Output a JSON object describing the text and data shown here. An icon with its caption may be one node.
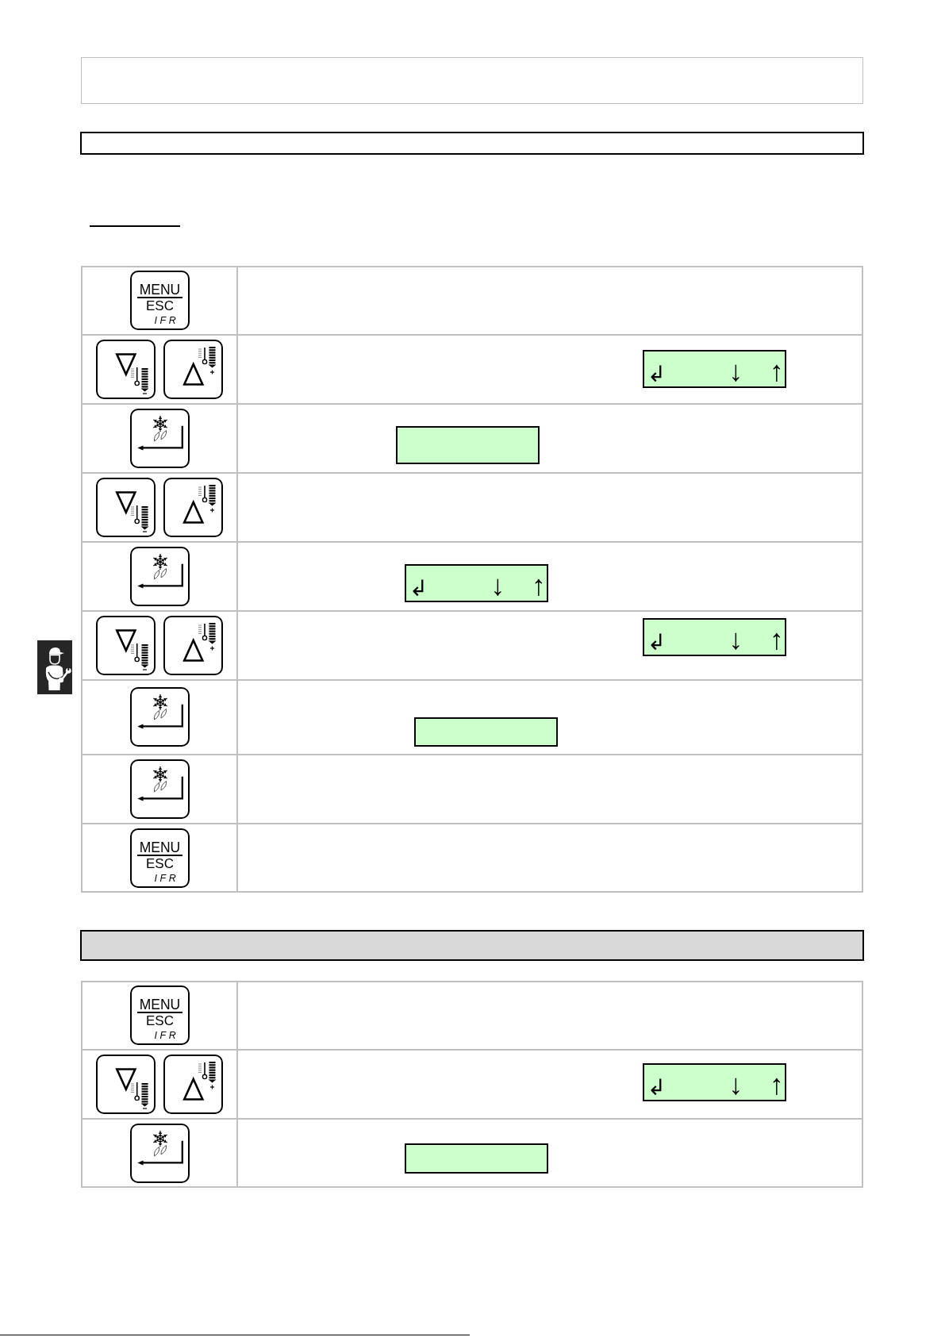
{
  "diagram": {
    "nodes": [
      {
        "text": [],
        "shape": "box"
      },
      {
        "text": [],
        "shape": "bar"
      },
      {
        "text": [
          "MENU",
          "ESC",
          "IFR"
        ]
      },
      {
        "text": [],
        "shape": "box"
      },
      {
        "text": [],
        "shape": "box"
      },
      {
        "text": [
          "↲",
          "↓",
          "↑"
        ]
      },
      {
        "text": [],
        "shape": "box"
      },
      {
        "text": [],
        "shape": "box"
      },
      {
        "text": [],
        "shape": "box"
      },
      {
        "text": [],
        "shape": "box"
      },
      {
        "text": [],
        "shape": "box"
      },
      {
        "text": [
          "↲",
          "↓",
          "↑"
        ]
      },
      {
        "text": [],
        "shape": "box"
      },
      {
        "text": [],
        "shape": "box"
      },
      {
        "text": [
          "↲",
          "↓",
          "↑"
        ]
      },
      {
        "text": [],
        "shape": "box"
      },
      {
        "text": [],
        "shape": "box"
      },
      {
        "text": [],
        "shape": "box"
      },
      {
        "text": [
          "MENU",
          "ESC",
          "IFR"
        ]
      },
      {
        "text": [],
        "shape": "bar"
      },
      {
        "text": [
          "MENU",
          "ESC",
          "IFR"
        ]
      },
      {
        "text": [],
        "shape": "box"
      },
      {
        "text": [],
        "shape": "box"
      },
      {
        "text": [
          "↲",
          "↓",
          "↑"
        ]
      },
      {
        "text": [],
        "shape": "box"
      },
      {
        "text": [],
        "shape": "box"
      }
    ]
  }
}
